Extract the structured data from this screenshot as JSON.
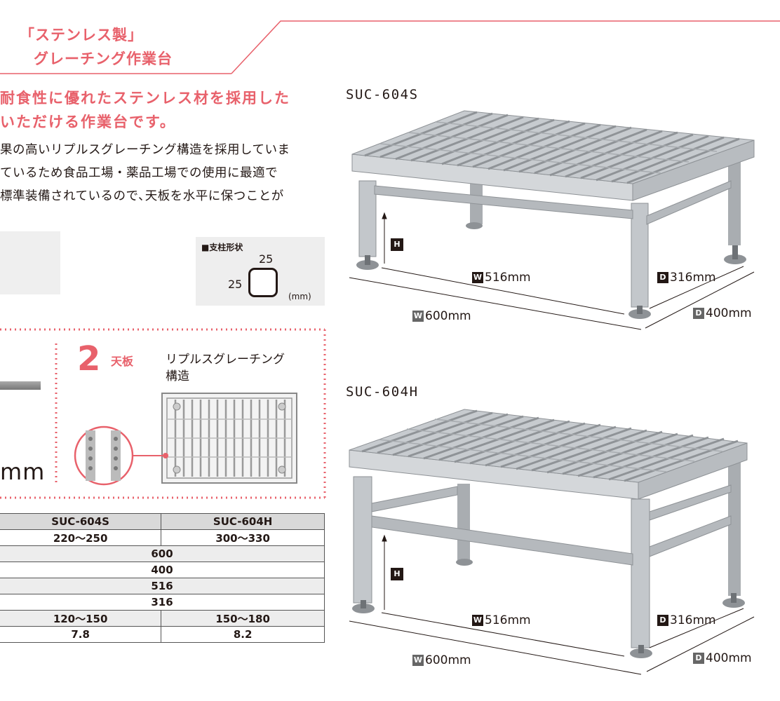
{
  "header": {
    "title_line1": "「ステンレス製」",
    "title_line2": "グレーチング作業台"
  },
  "intro": {
    "lead_line1": "耐食性に優れたステンレス材を採用した",
    "lead_line2": "いただける作業台です。",
    "body_line1": "果の高いリプルスグレーチング構造を採用していま",
    "body_line2": "ているため食品工場・薬品工場での使用に最適で",
    "body_line3": "標準装備されているので､天板を水平に保つことが"
  },
  "pillar_box": {
    "heading": "■支柱形状",
    "top_value": "25",
    "side_value": "25",
    "unit": "(mm)"
  },
  "feature2": {
    "number": "2",
    "label": "天板",
    "desc_line1": "リプルスグレーチング",
    "desc_line2": "構造"
  },
  "left_fragment": {
    "unit_text": "mm"
  },
  "spec_table": {
    "headers": [
      "SUC-604S",
      "SUC-604H"
    ],
    "rows": [
      {
        "s": "220〜250",
        "h": "300〜330"
      },
      {
        "span": "600"
      },
      {
        "span": "400"
      },
      {
        "span": "516"
      },
      {
        "span": "316"
      },
      {
        "s": "120〜150",
        "h": "150〜180"
      },
      {
        "s": "7.8",
        "h": "8.2"
      }
    ]
  },
  "products": [
    {
      "model": "SUC-604S",
      "h_tag": "H",
      "w_inner_tag": "W",
      "w_inner": "516mm",
      "d_inner_tag": "D",
      "d_inner": "316mm",
      "w_outer_tag": "W",
      "w_outer": "600mm",
      "d_outer_tag": "D",
      "d_outer": "400mm"
    },
    {
      "model": "SUC-604H",
      "h_tag": "H",
      "w_inner_tag": "W",
      "w_inner": "516mm",
      "d_inner_tag": "D",
      "d_inner": "316mm",
      "w_outer_tag": "W",
      "w_outer": "600mm",
      "d_outer_tag": "D",
      "d_outer": "400mm"
    }
  ],
  "colors": {
    "accent": "#e8616b",
    "text": "#231815",
    "steel": "#b8bcc0"
  }
}
